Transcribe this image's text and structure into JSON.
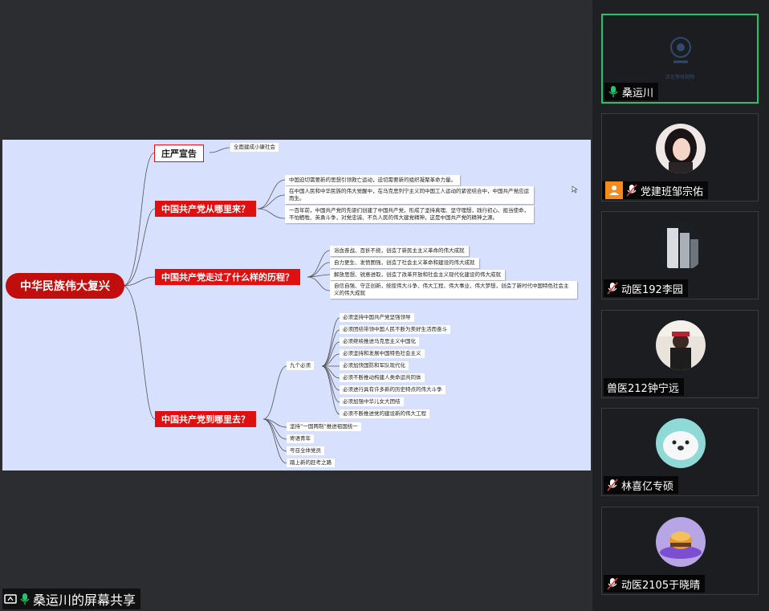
{
  "mindmap": {
    "root": "中华民族伟大复兴",
    "topics": [
      {
        "label": "庄严宣告",
        "items": [
          "全面建成小康社会"
        ]
      },
      {
        "label": "中国共产党从哪里来？",
        "items": [
          "中国迫切需要新的思想引领救亡运动，迫切需要新的组织凝聚革命力量。",
          "在中国人民和中华民族的伟大觉醒中，在马克思列宁主义同中国工人运动的紧密结合中，中国共产党应运而生。",
          "一百年前，中国共产党的先驱们创建了中国共产党，形成了坚持真理、坚守理想，践行初心、担当使命，不怕牺牲、英勇斗争，对党忠诚、不负人民的伟大建党精神，这是中国共产党的精神之源。"
        ]
      },
      {
        "label": "中国共产党走过了什么样的历程？",
        "items": [
          "浴血奋战、百折不挠，创造了新民主主义革命的伟大成就",
          "自力更生、发愤图强，创造了社会主义革命和建设的伟大成就",
          "解放思想、锐意进取，创造了改革开放和社会主义现代化建设的伟大成就",
          "自信自强、守正创新，统揽伟大斗争、伟大工程、伟大事业、伟大梦想，创造了新时代中国特色社会主义的伟大成就"
        ]
      },
      {
        "label": "中国共产党到哪里去？",
        "group": "九个必须",
        "group_items": [
          "必须坚持中国共产党坚强领导",
          "必须团结带领中国人民不断为美好生活而奋斗",
          "必须继续推进马克思主义中国化",
          "必须坚持和发展中国特色社会主义",
          "必须加快国防和军队现代化",
          "必须不断推动构建人类命运共同体",
          "必须进行具有许多新的历史特点的伟大斗争",
          "必须加强中华儿女大团结",
          "必须不断推进党的建设新的伟大工程"
        ],
        "items": [
          "坚持“一国两制”推进祖国统一",
          "寄语青年",
          "号召全体党员",
          "踏上新的赶考之路"
        ]
      }
    ]
  },
  "share_label": "桑运川的屏幕共享",
  "participants": [
    {
      "name": "桑运川",
      "mic": "on",
      "video_hint": "正在等待视频",
      "active": true
    },
    {
      "name": "党建班邹宗佑",
      "mic": "muted",
      "badge": "user-icon"
    },
    {
      "name": "动医192李园",
      "mic": "muted"
    },
    {
      "name": "兽医212钟宁远",
      "mic": "none"
    },
    {
      "name": "林喜亿专硕",
      "mic": "muted"
    },
    {
      "name": "动医2105于晓晴",
      "mic": "muted"
    }
  ],
  "colors": {
    "topic_red": "#e11010",
    "root_red": "#c20d0d",
    "slide_bg": "#d7e0fd",
    "active_border": "#27c26b"
  }
}
